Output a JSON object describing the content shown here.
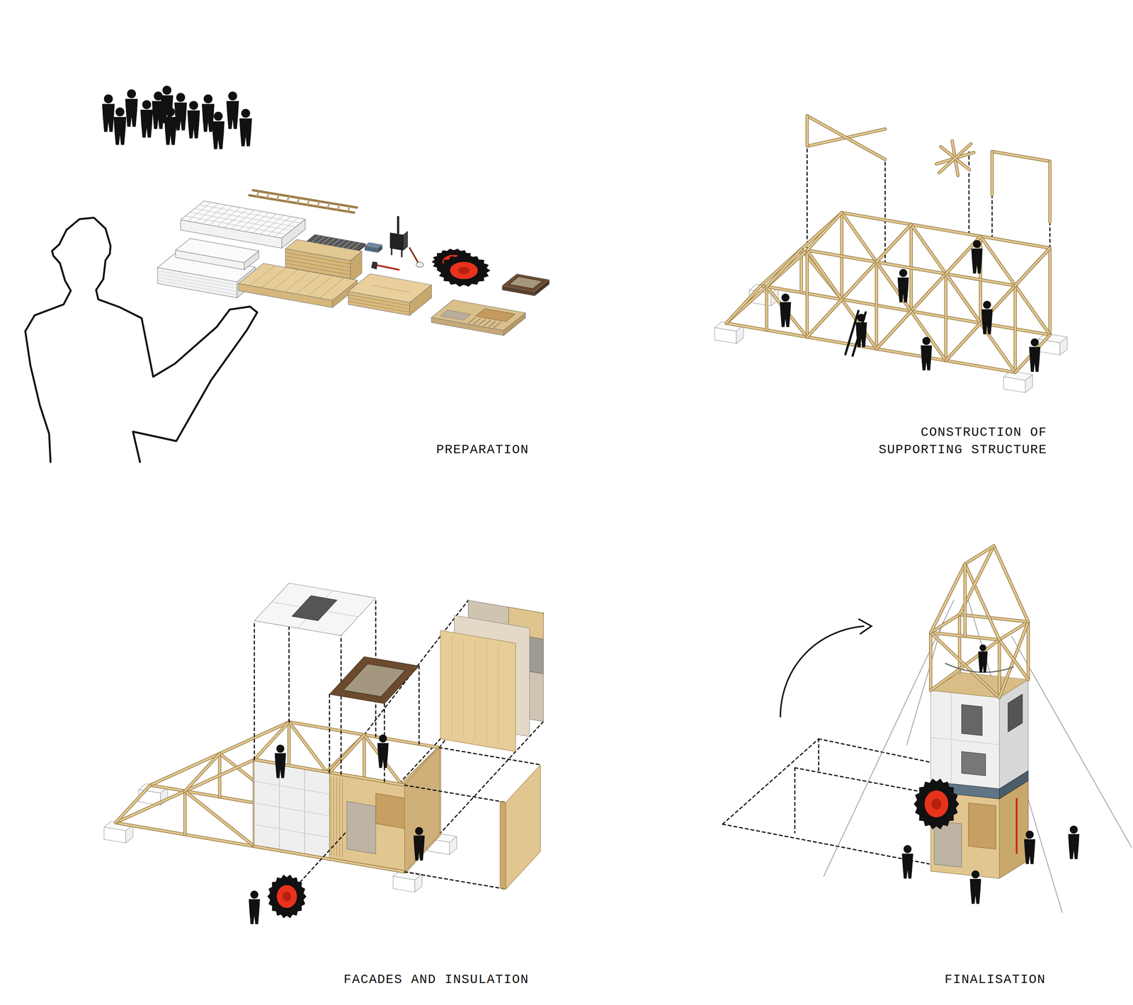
{
  "diagram": {
    "labels": [
      "PREPARATION",
      "CONSTRUCTION OF SUPPORTING STRUCTURE",
      "FACADES AND INSULATION",
      "FINALISATION"
    ]
  }
}
